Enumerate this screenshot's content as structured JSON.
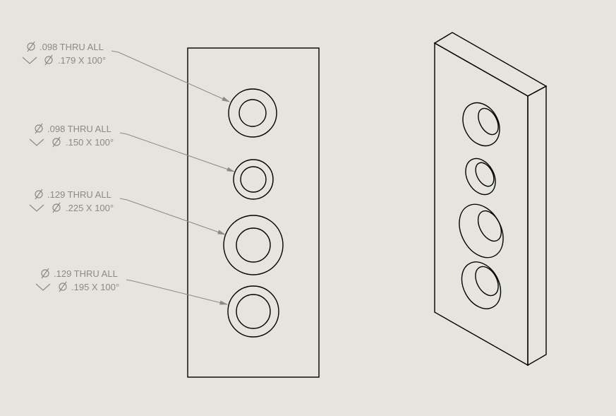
{
  "background_color": "#e6e5dd",
  "line_color": "#000000",
  "annotation_color": "#8a8a86",
  "callouts": [
    {
      "diameter": ".098 THRU ALL",
      "countersink": ".179 X 100°"
    },
    {
      "diameter": ".098 THRU ALL",
      "countersink": ".150 X 100°"
    },
    {
      "diameter": ".129 THRU ALL",
      "countersink": ".225 X 100°"
    },
    {
      "diameter": ".129 THRU ALL",
      "countersink": ".195 X 100°"
    }
  ],
  "icons": {
    "diameter": "diameter-symbol-icon",
    "countersink": "countersink-symbol-icon"
  }
}
